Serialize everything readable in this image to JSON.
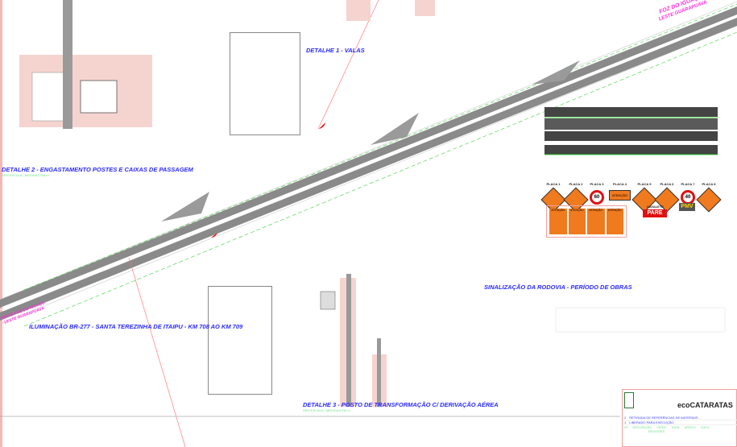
{
  "titles": {
    "detalhe1": "DETALHE 1 - VALAS",
    "detalhe2": "DETALHE 2 - ENGASTAMENTO POSTES E CAIXAS DE PASSAGEM",
    "detalhe3": "DETALHE 3 - POSTO DE TRANSFORMAÇÃO C/ DERIVAÇÃO AÉREA",
    "iluminacao": "ILUMINAÇÃO BR-277 - SANTA TEREZINHA DE ITAIPU - KM 708 AO KM 709",
    "sinalizacao": "SINALIZAÇÃO DA RODOVIA - PERÍODO DE OBRAS",
    "scale_note": "SEM ESCALA - MEDIDAS EM m"
  },
  "directions": {
    "top_right_a": "FOZ DO IGUAÇU",
    "top_right_b": "LESTE GUARAPUAVA",
    "left_a": "OESTE FOZ DO IGUAÇU",
    "left_b": "LESTE GUARAPUAVA"
  },
  "signs": {
    "placas": [
      "PLACA 1",
      "PLACA 2",
      "PLACA 3",
      "PLACA 4",
      "PLACA 5",
      "PLACA 6",
      "PLACA 7",
      "PLACA 8"
    ],
    "speed_1": "60",
    "speed_2": "40",
    "atencao": "ATENÇÃO",
    "cavalete": "CAVALETE",
    "pare": "PARE",
    "pmv": "PMV"
  },
  "title_block": {
    "logo": "ecoCATARATAS",
    "revisions": [
      {
        "num": "2",
        "desc": "RETIRADA DE REFERÊNCIAS DE MATERIAIS"
      },
      {
        "num": "1",
        "desc": "LIBERADO PARA EXECUÇÃO"
      }
    ],
    "rev_header": "Nº",
    "desc_header": "DESCRIÇÃO",
    "revisoes": "REVISÕES",
    "cols": [
      "VERIF.",
      "DATA",
      "APROV.",
      "DATA"
    ]
  },
  "colors": {
    "road": "#8a8a8a",
    "title": "#2b2bff",
    "direction": "#ff2bd6",
    "sign": "#f07a1e"
  }
}
